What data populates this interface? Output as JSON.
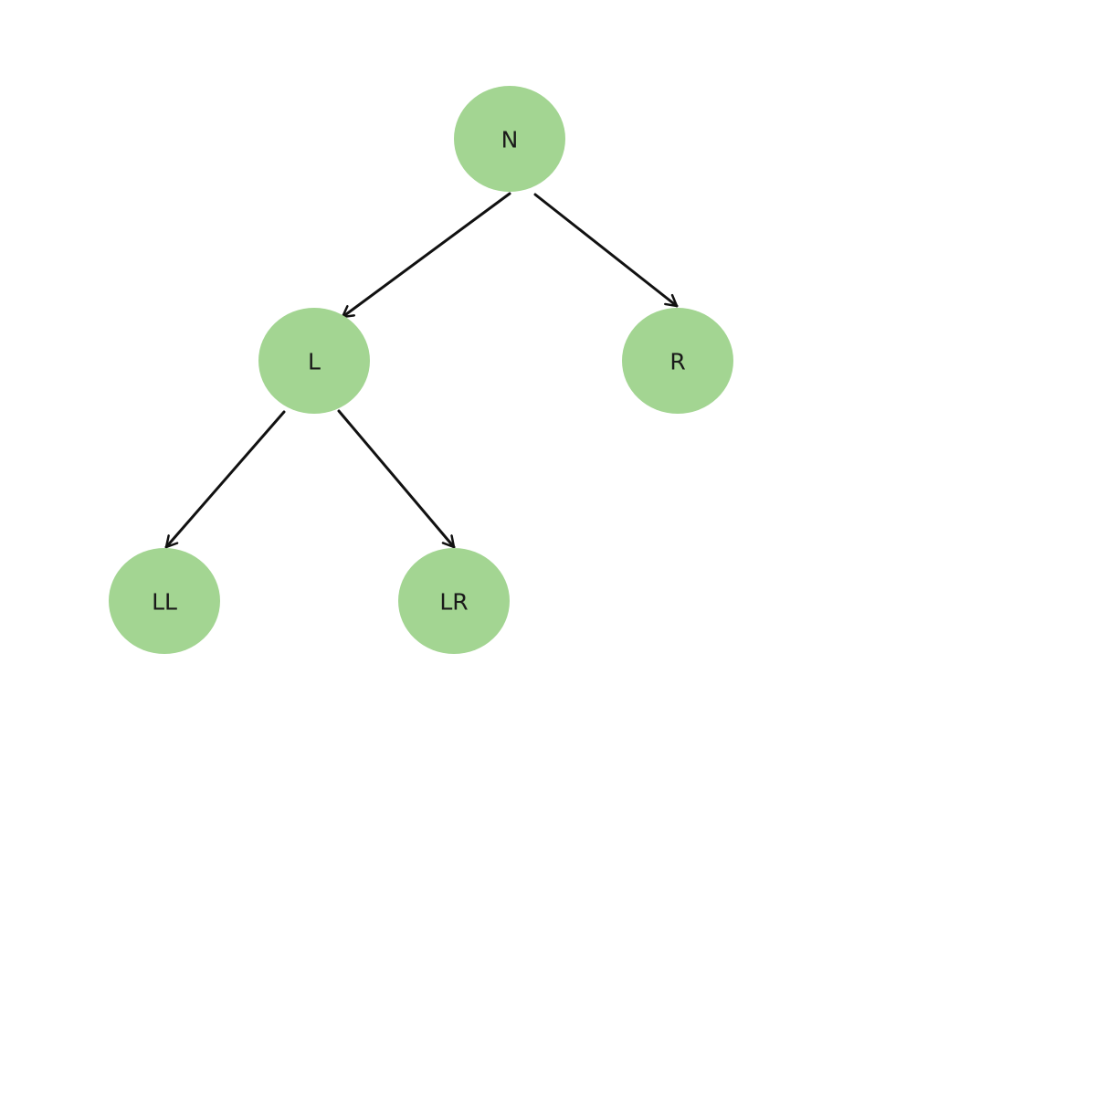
{
  "diagram": {
    "type": "binary-tree",
    "node_color": "#a3d592",
    "edge_color": "#111111",
    "nodes": {
      "n": {
        "label": "N"
      },
      "l": {
        "label": "L"
      },
      "r": {
        "label": "R"
      },
      "ll": {
        "label": "LL"
      },
      "lr": {
        "label": "LR"
      }
    },
    "edges": [
      {
        "from": "N",
        "to": "L"
      },
      {
        "from": "N",
        "to": "R"
      },
      {
        "from": "L",
        "to": "LL"
      },
      {
        "from": "L",
        "to": "LR"
      }
    ]
  }
}
